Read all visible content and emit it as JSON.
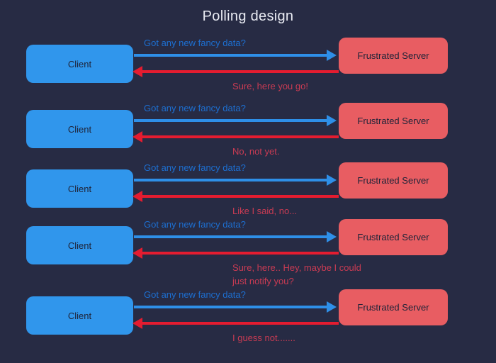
{
  "title": "Polling design",
  "colors": {
    "bg": "#272b44",
    "client-box": "#3096ec",
    "server-box": "#e85d62",
    "blue-arrow": "#2e8fe8",
    "red-arrow": "#e41c30",
    "request-text": "#1d6fd1",
    "response-text": "#c93b53",
    "title-text": "#e9ebf3",
    "box-text": "#1e2338"
  },
  "client_label": "Client",
  "server_label": "Frustrated Server",
  "exchanges": [
    {
      "request": "Got any new fancy data?",
      "response": "Sure, here you go!"
    },
    {
      "request": "Got any new fancy data?",
      "response": "No, not yet."
    },
    {
      "request": "Got any new fancy data?",
      "response": "Like I said, no..."
    },
    {
      "request": "Got any new fancy data?",
      "response": "Sure, here.. Hey, maybe I could\njust notify you?"
    },
    {
      "request": "Got any new fancy data?",
      "response": "I guess not......."
    }
  ]
}
